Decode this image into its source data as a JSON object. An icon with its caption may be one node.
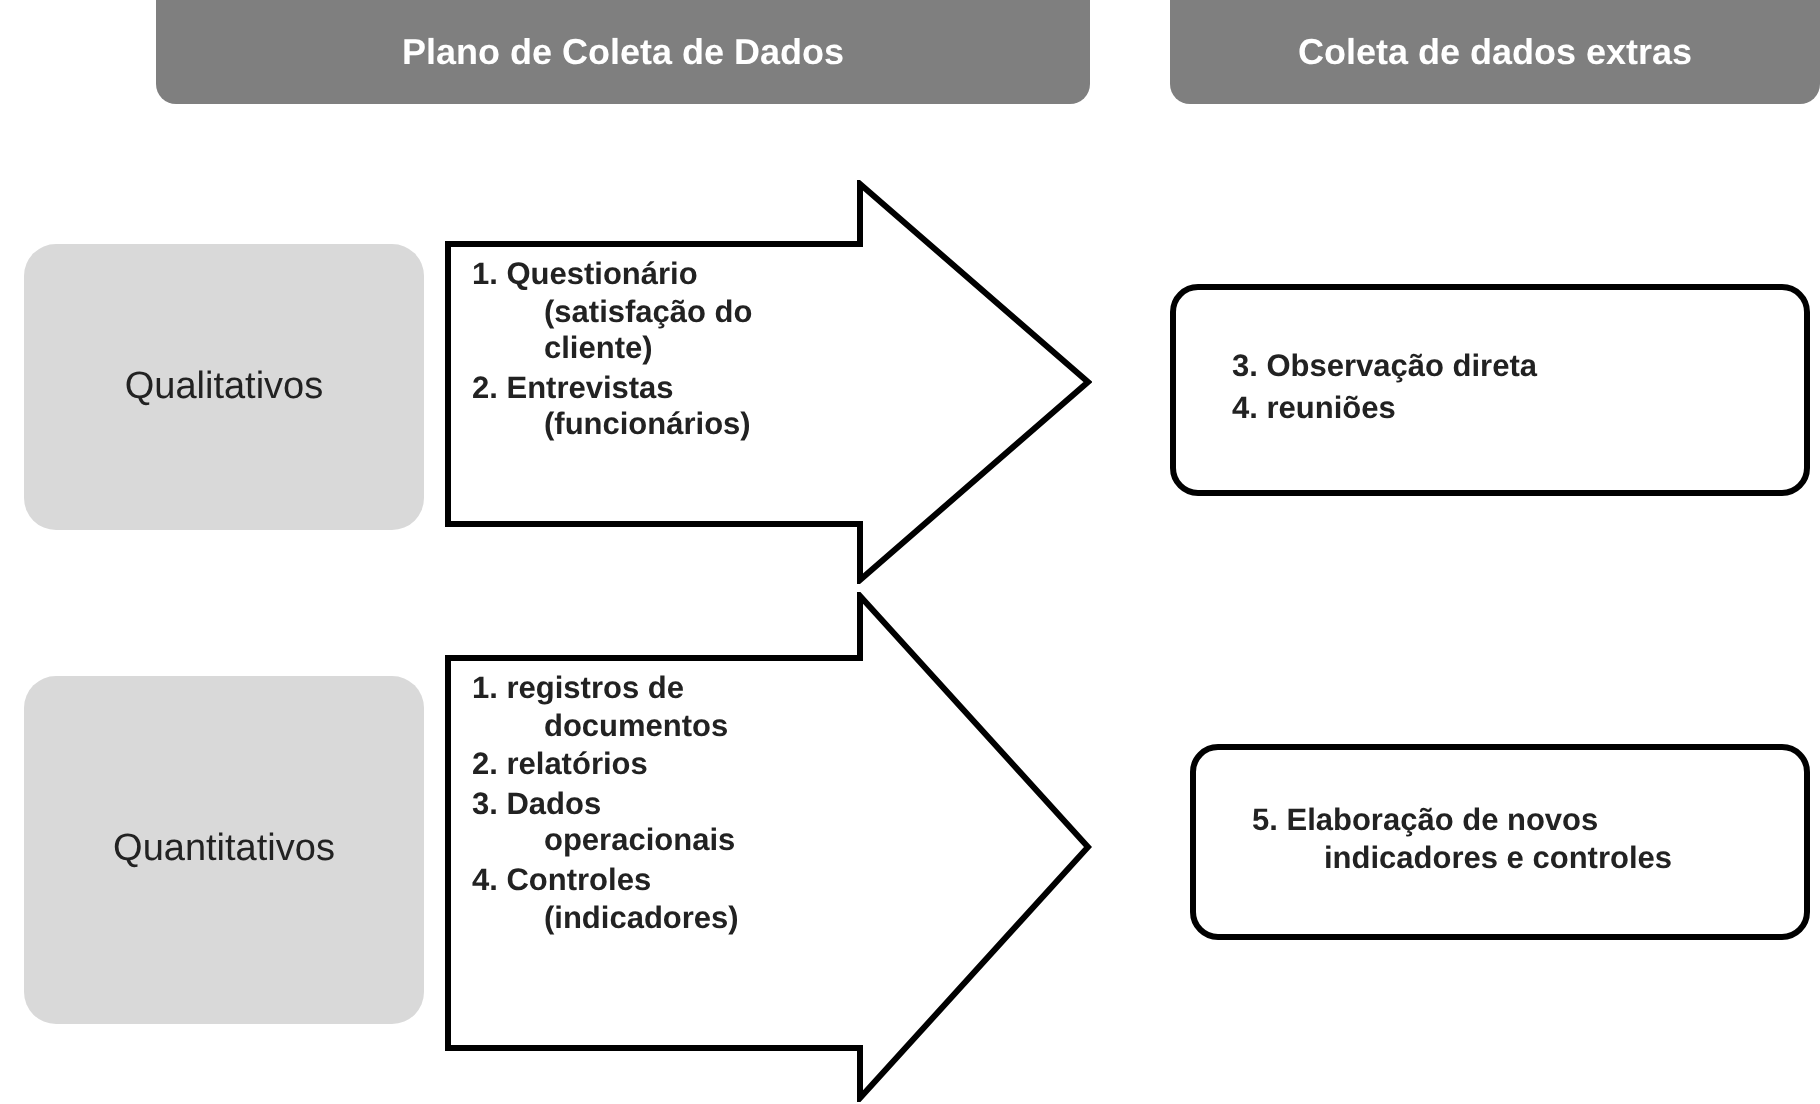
{
  "diagram": {
    "nodes": [
      {
        "text": [
          "Plano de Coleta de Dados"
        ]
      },
      {
        "text": [
          "Coleta de dados extras"
        ]
      },
      {
        "text": [
          "Qualitativos"
        ]
      },
      {
        "text": [
          "1. Questionário (satisfação do cliente)",
          "2. Entrevistas (funcionários)"
        ]
      },
      {
        "text": [
          "3. Observação direta",
          "4. reuniões"
        ]
      },
      {
        "text": [
          "Quantitativos"
        ]
      },
      {
        "text": [
          "1. registros de documentos",
          "2. relatórios",
          "3. Dados operacionais",
          "4. Controles (indicadores)"
        ]
      },
      {
        "text": [
          "5. Elaboração de novos indicadores e controles"
        ]
      }
    ]
  }
}
